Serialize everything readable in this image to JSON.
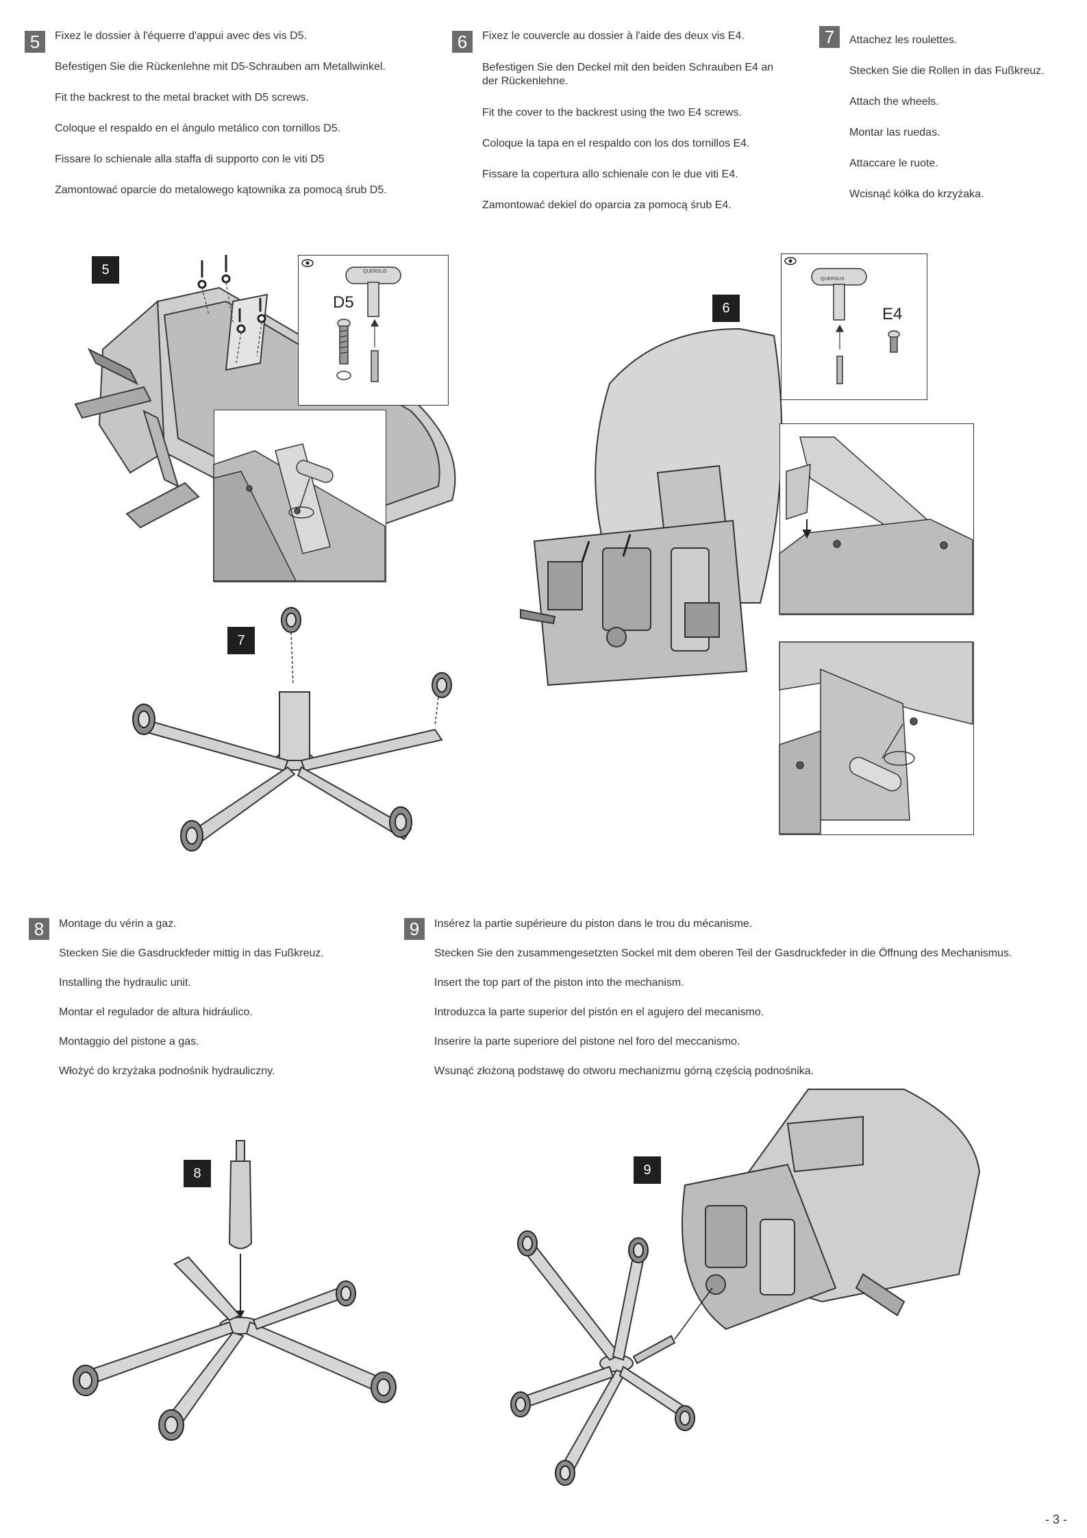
{
  "steps": {
    "s5": {
      "number": "5",
      "lines": [
        "Fixez le dossier à l'équerre d'appui avec des vis D5.",
        "Befestigen Sie die Rückenlehne mit D5-Schrauben am Metallwinkel.",
        "Fit the backrest to the metal bracket with D5 screws.",
        "Coloque el respaldo en el ángulo metálico con tornillos D5.",
        "Fissare lo schienale alla staffa di supporto con le viti D5",
        "Zamontować oparcie do metalowego kątownika za pomocą śrub D5."
      ]
    },
    "s6": {
      "number": "6",
      "lines": [
        "Fixez le couvercle au dossier à l'aide des deux vis E4.",
        "Befestigen Sie den Deckel mit den beiden Schrauben E4 an der Rückenlehne.",
        "Fit the cover to the backrest using the two E4 screws.",
        "Coloque la tapa en el respaldo con los dos tornillos E4.",
        "Fissare la copertura allo schienale con le due viti E4.",
        "Zamontować dekiel do oparcia  za pomocą śrub E4."
      ]
    },
    "s7": {
      "number": "7",
      "lines": [
        "Attachez les roulettes.",
        "Stecken Sie die Rollen in das Fußkreuz.",
        "Attach the wheels.",
        "Montar las ruedas.",
        "Attaccare le ruote.",
        "Wcisnąć kółka do krzyżaka."
      ]
    },
    "s8": {
      "number": "8",
      "lines": [
        "Montage du vérin a gaz.",
        "Stecken Sie die Gasdruckfeder mittig in das Fußkreuz.",
        "Installing the hydraulic unit.",
        "Montar el regulador de altura hidráulico.",
        "Montaggio del pistone a gas.",
        "Włożyć do krzyżaka podnośnik hydrauliczny."
      ]
    },
    "s9": {
      "number": "9",
      "lines": [
        "Insérez la partie supérieure du piston dans le trou du mécanisme.",
        "Stecken Sie den zusammengesetzten Sockel mit dem oberen Teil der Gasdruckfeder in die Öffnung des Mechanismus.",
        "Insert the top part of the piston into the mechanism.",
        "Introduzca la parte superior del pistón en el agujero del mecanismo.",
        "Inserire la parte superiore del pistone nel foro del meccanismo.",
        "Wsunąć złożoną podstawę do otworu mechanizmu górną częścią podnośnika."
      ]
    }
  },
  "figures": {
    "f5": "5",
    "f6": "6",
    "f7": "7",
    "f8": "8",
    "f9": "9",
    "d5_label": "D5",
    "e4_label": "E4",
    "tool_brand": "QUERSUS"
  },
  "page_number": "- 3 -",
  "colors": {
    "step_badge": "#6b6b6b",
    "figure_badge": "#1f1f1f",
    "line_art": "#3a3a3a",
    "fill": "#cfcfcf"
  }
}
